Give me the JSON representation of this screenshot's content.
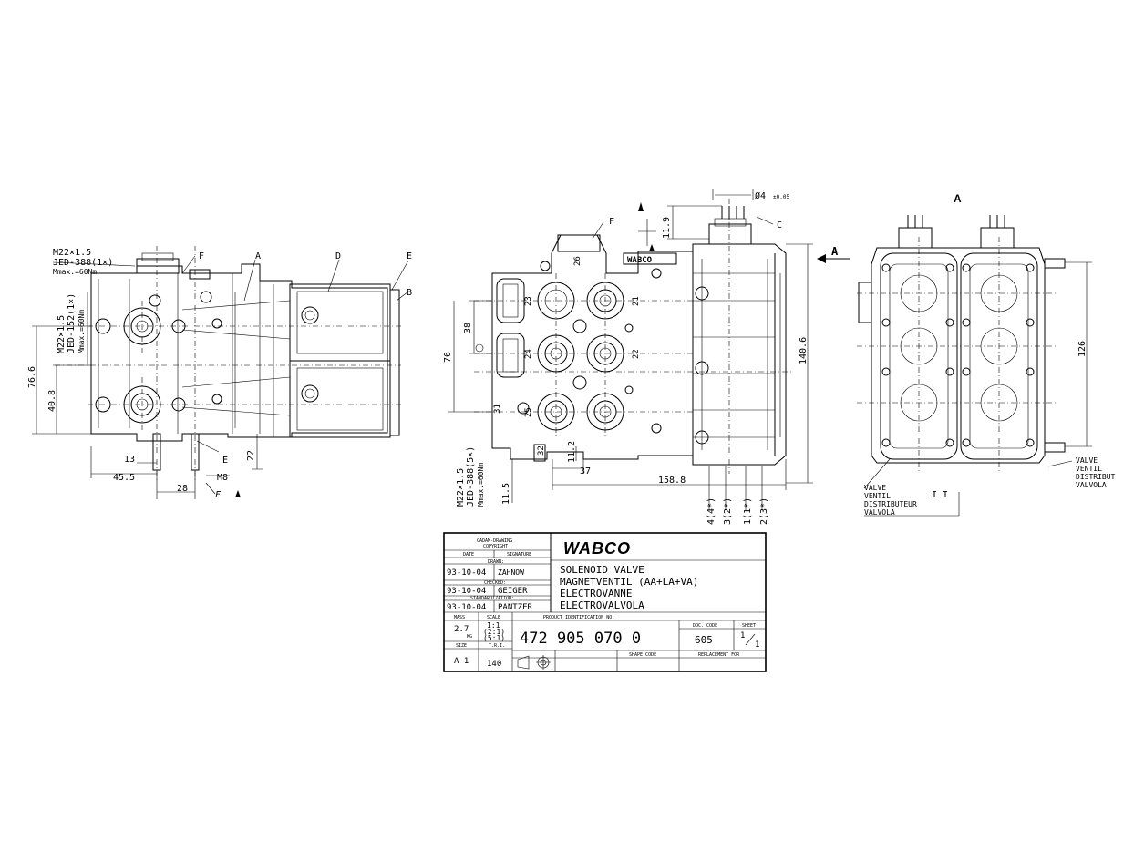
{
  "left_view": {
    "thread_note": [
      "M22×1.5",
      "JED-388(1×)",
      "Mmax.=60Nm"
    ],
    "side_thread_note": [
      "M22×1.5",
      "JED-152(1×)",
      "Mmax.=60Nm"
    ],
    "labels": {
      "f": "F",
      "a": "A",
      "d": "D",
      "e": "E",
      "b": "B",
      "e2": "E",
      "f2": "F"
    },
    "dims": {
      "d76_6": "76.6",
      "d40_8": "40.8",
      "d13": "13",
      "d45_5": "45.5",
      "d28": "28",
      "m8": "M8",
      "d22": "22"
    }
  },
  "middle_view": {
    "labels": {
      "f": "F",
      "c": "C",
      "a_arrow": "A",
      "phi": "Ø4",
      "phi_tol": "±0.05",
      "brand": "WABCO"
    },
    "ports": {
      "p26": "26",
      "p21": "21",
      "p23": "23",
      "p22": "22",
      "p24": "24",
      "p25": "25",
      "p31": "31",
      "p32": "32"
    },
    "dims": {
      "d11_9": "11.9",
      "d38": "38",
      "d76": "76",
      "d140_6": "140.6",
      "d11_2": "11.2",
      "d37": "37",
      "d158_8": "158.8",
      "d11_5": "11.5"
    },
    "thread_note": [
      "M22×1.5",
      "JED-388(5×)",
      "Mmax.=60Nm"
    ],
    "port_bottom": [
      "4(4*)",
      "3(2*)",
      "1(1*)",
      "2(3*)"
    ]
  },
  "right_view": {
    "title": "A",
    "dims": {
      "d126": "126"
    },
    "valve_left": [
      "VALVE",
      "VENTIL",
      "DISTRIBUTEUR",
      "VALVOLA"
    ],
    "valve_left_num": "I I",
    "valve_right": [
      "VALVE",
      "VENTIL",
      "DISTRIBUT",
      "VALVOLA"
    ]
  },
  "title_block": {
    "copyright": [
      "CADAM-DRAWING",
      "COPYRIGHT"
    ],
    "date_header": "DATE",
    "signature_header": "SIGNATURE",
    "drawn_label": "DRAWN:",
    "checked_label": "CHECKED:",
    "standardization_label": "STANDARDIZATION:",
    "rows": [
      {
        "date": "93-10-04",
        "name": "ZAHNOW"
      },
      {
        "date": "93-10-04",
        "name": "GEIGER"
      },
      {
        "date": "93-10-04",
        "name": "PANTZER"
      }
    ],
    "brand": "WABCO",
    "titles": [
      "SOLENOID VALVE",
      "MAGNETVENTIL (AA+LA+VA)",
      "ELECTROVANNE",
      "ELECTROVALVOLA"
    ],
    "mass_label": "MASS",
    "mass_value": "2.7",
    "mass_unit": "KG",
    "scale_label": "SCALE",
    "scale_values": [
      "1:1",
      "(2:1)",
      "(5:1)"
    ],
    "product_label": "PRODUCT IDENTIFICATION NO.",
    "product_no": "472 905 070 0",
    "doc_code_label": "DOC. CODE",
    "doc_code": "605",
    "sheet_label": "SHEET",
    "sheet_num": "1",
    "sheet_total": "1",
    "size_label": "SIZE",
    "size_value": "A 1",
    "tri_label": "T.R.I.",
    "tri_value": "140",
    "shape_code_label": "SHAPE CODE",
    "replacement_label": "REPLACEMENT FOR"
  }
}
